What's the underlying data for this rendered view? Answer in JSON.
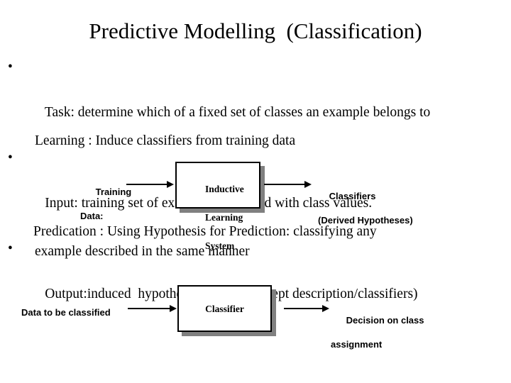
{
  "slide": {
    "title": "Predictive Modelling  (Classification)",
    "bullet_marker": "•",
    "bullets": [
      "Task: determine which of a fixed set of classes an example belongs to",
      "Input: training set of examples annotated with class values.",
      "Output:induced  hypotheses (model/concept description/classifiers)"
    ],
    "learning_line": "Learning : Induce classifiers from training data",
    "prediction_line_1": "Predication : Using Hypothesis for Prediction: classifying any",
    "prediction_line_2": "example described in the same manner",
    "learning_diagram": {
      "input_label_line1": "Training",
      "input_label_line2": "Data:",
      "process_box_line1": "Inductive",
      "process_box_line2": "Learning",
      "process_box_line3": "System",
      "output_label_line1": "Classifiers",
      "output_label_line2": "(Derived Hypotheses)",
      "arrow_in": "arrow-right",
      "arrow_out": "arrow-right"
    },
    "prediction_diagram": {
      "input_label": "Data to be classified",
      "process_box": "Classifier",
      "output_label_line1": "Decision on class",
      "output_label_line2": "assignment",
      "arrow_in": "arrow-right",
      "arrow_out": "arrow-right"
    },
    "colors": {
      "background": "#ffffff",
      "text": "#000000",
      "box_border": "#000000",
      "box_fill": "#ffffff",
      "box_shadow": "#808080"
    }
  }
}
